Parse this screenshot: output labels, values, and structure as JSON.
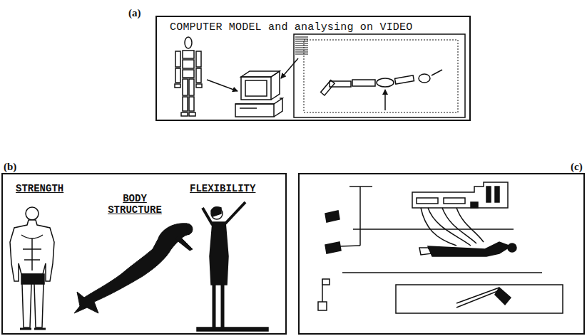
{
  "diagram": {
    "nodes": [
      {
        "text": [
          "(a)",
          "COMPUTER MODEL and analysing on VIDEO"
        ]
      },
      {
        "text": [
          "(b)",
          "STRENGTH",
          "BODY STRUCTURE",
          "FLEXIBILITY"
        ]
      },
      {
        "text": [
          "(c)"
        ]
      }
    ]
  }
}
